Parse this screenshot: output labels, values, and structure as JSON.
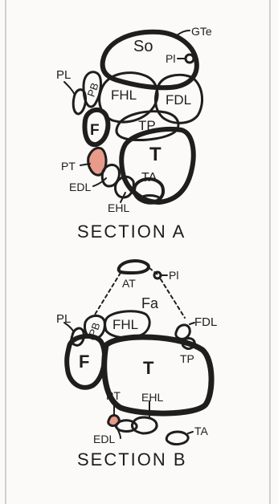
{
  "colors": {
    "ink": "#1e1e1e",
    "highlight": "#e89b8a",
    "paper": "#fbfaf8"
  },
  "section_a": {
    "title": "SECTION A",
    "labels": {
      "so": "So",
      "gte": "GTe",
      "pl_plantaris": "Pl",
      "pl": "PL",
      "pb": "PB",
      "fhl": "FHL",
      "fdl": "FDL",
      "f": "F",
      "tp": "TP",
      "t": "T",
      "pt": "PT",
      "ta": "TA",
      "edl": "EDL",
      "ehl": "EHL"
    }
  },
  "section_b": {
    "title": "SECTION B",
    "labels": {
      "pl_plantaris": "Pl",
      "at": "AT",
      "fa": "Fa",
      "pl": "PL",
      "pb": "PB",
      "fhl": "FHL",
      "fdl": "FDL",
      "f": "F",
      "t": "T",
      "tp": "TP",
      "pt": "PT",
      "ehl": "EHL",
      "edl": "EDL",
      "ta": "TA"
    }
  }
}
